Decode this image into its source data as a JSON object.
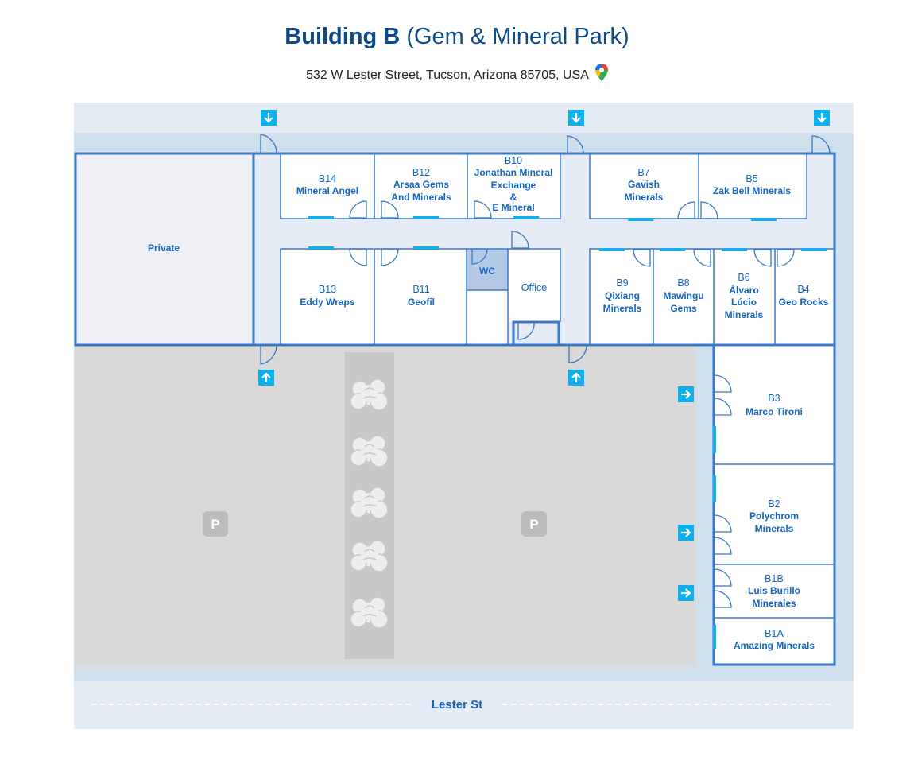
{
  "header": {
    "title_bold": "Building B",
    "title_rest": "(Gem & Mineral Park)",
    "address": "532 W Lester Street, Tucson, Arizona 85705, USA"
  },
  "areas": {
    "private": "Private",
    "wc": "WC",
    "office": "Office",
    "parking_symbol": "P",
    "street": "Lester St"
  },
  "booths": {
    "b14": {
      "code": "B14",
      "name": [
        "Mineral Angel"
      ]
    },
    "b12": {
      "code": "B12",
      "name": [
        "Arsaa Gems",
        "And Minerals"
      ]
    },
    "b10": {
      "code": "B10",
      "name": [
        "Jonathan Mineral",
        "Exchange",
        "&",
        "E Mineral"
      ]
    },
    "b7": {
      "code": "B7",
      "name": [
        "Gavish",
        "Minerals"
      ]
    },
    "b5": {
      "code": "B5",
      "name": [
        "Zak Bell Minerals"
      ]
    },
    "b13": {
      "code": "B13",
      "name": [
        "Eddy Wraps"
      ]
    },
    "b11": {
      "code": "B11",
      "name": [
        "Geofil"
      ]
    },
    "b9": {
      "code": "B9",
      "name": [
        "Qixiang",
        "Minerals"
      ]
    },
    "b8": {
      "code": "B8",
      "name": [
        "Mawingu",
        "Gems"
      ]
    },
    "b6": {
      "code": "B6",
      "name": [
        "Álvaro",
        "Lúcio",
        "Minerals"
      ]
    },
    "b4": {
      "code": "B4",
      "name": [
        "Geo Rocks"
      ]
    },
    "b3": {
      "code": "B3",
      "name": [
        "Marco Tironi"
      ]
    },
    "b2": {
      "code": "B2",
      "name": [
        "Polychrom",
        "Minerals"
      ]
    },
    "b1b": {
      "code": "B1B",
      "name": [
        "Luis Burillo",
        "Minerales"
      ]
    },
    "b1a": {
      "code": "B1A",
      "name": [
        "Amazing Minerals"
      ]
    }
  },
  "icons": {
    "entry_arrow_down": "arrow-down-icon",
    "entry_arrow_up": "arrow-up-icon",
    "entry_arrow_right": "arrow-right-icon",
    "tree": "tree-icon",
    "map_pin": "map-pin-icon"
  },
  "colors": {
    "wall": "#3a78c8",
    "label": "#1565c0",
    "title": "#0d4a8a",
    "arrow": "#0bb0ee",
    "window": "#15aee8",
    "parking": "#d9d9d9",
    "corridor": "#e6ecf5",
    "outdoor": "#cfe0ec",
    "wc_fill": "#b3c9e6"
  }
}
